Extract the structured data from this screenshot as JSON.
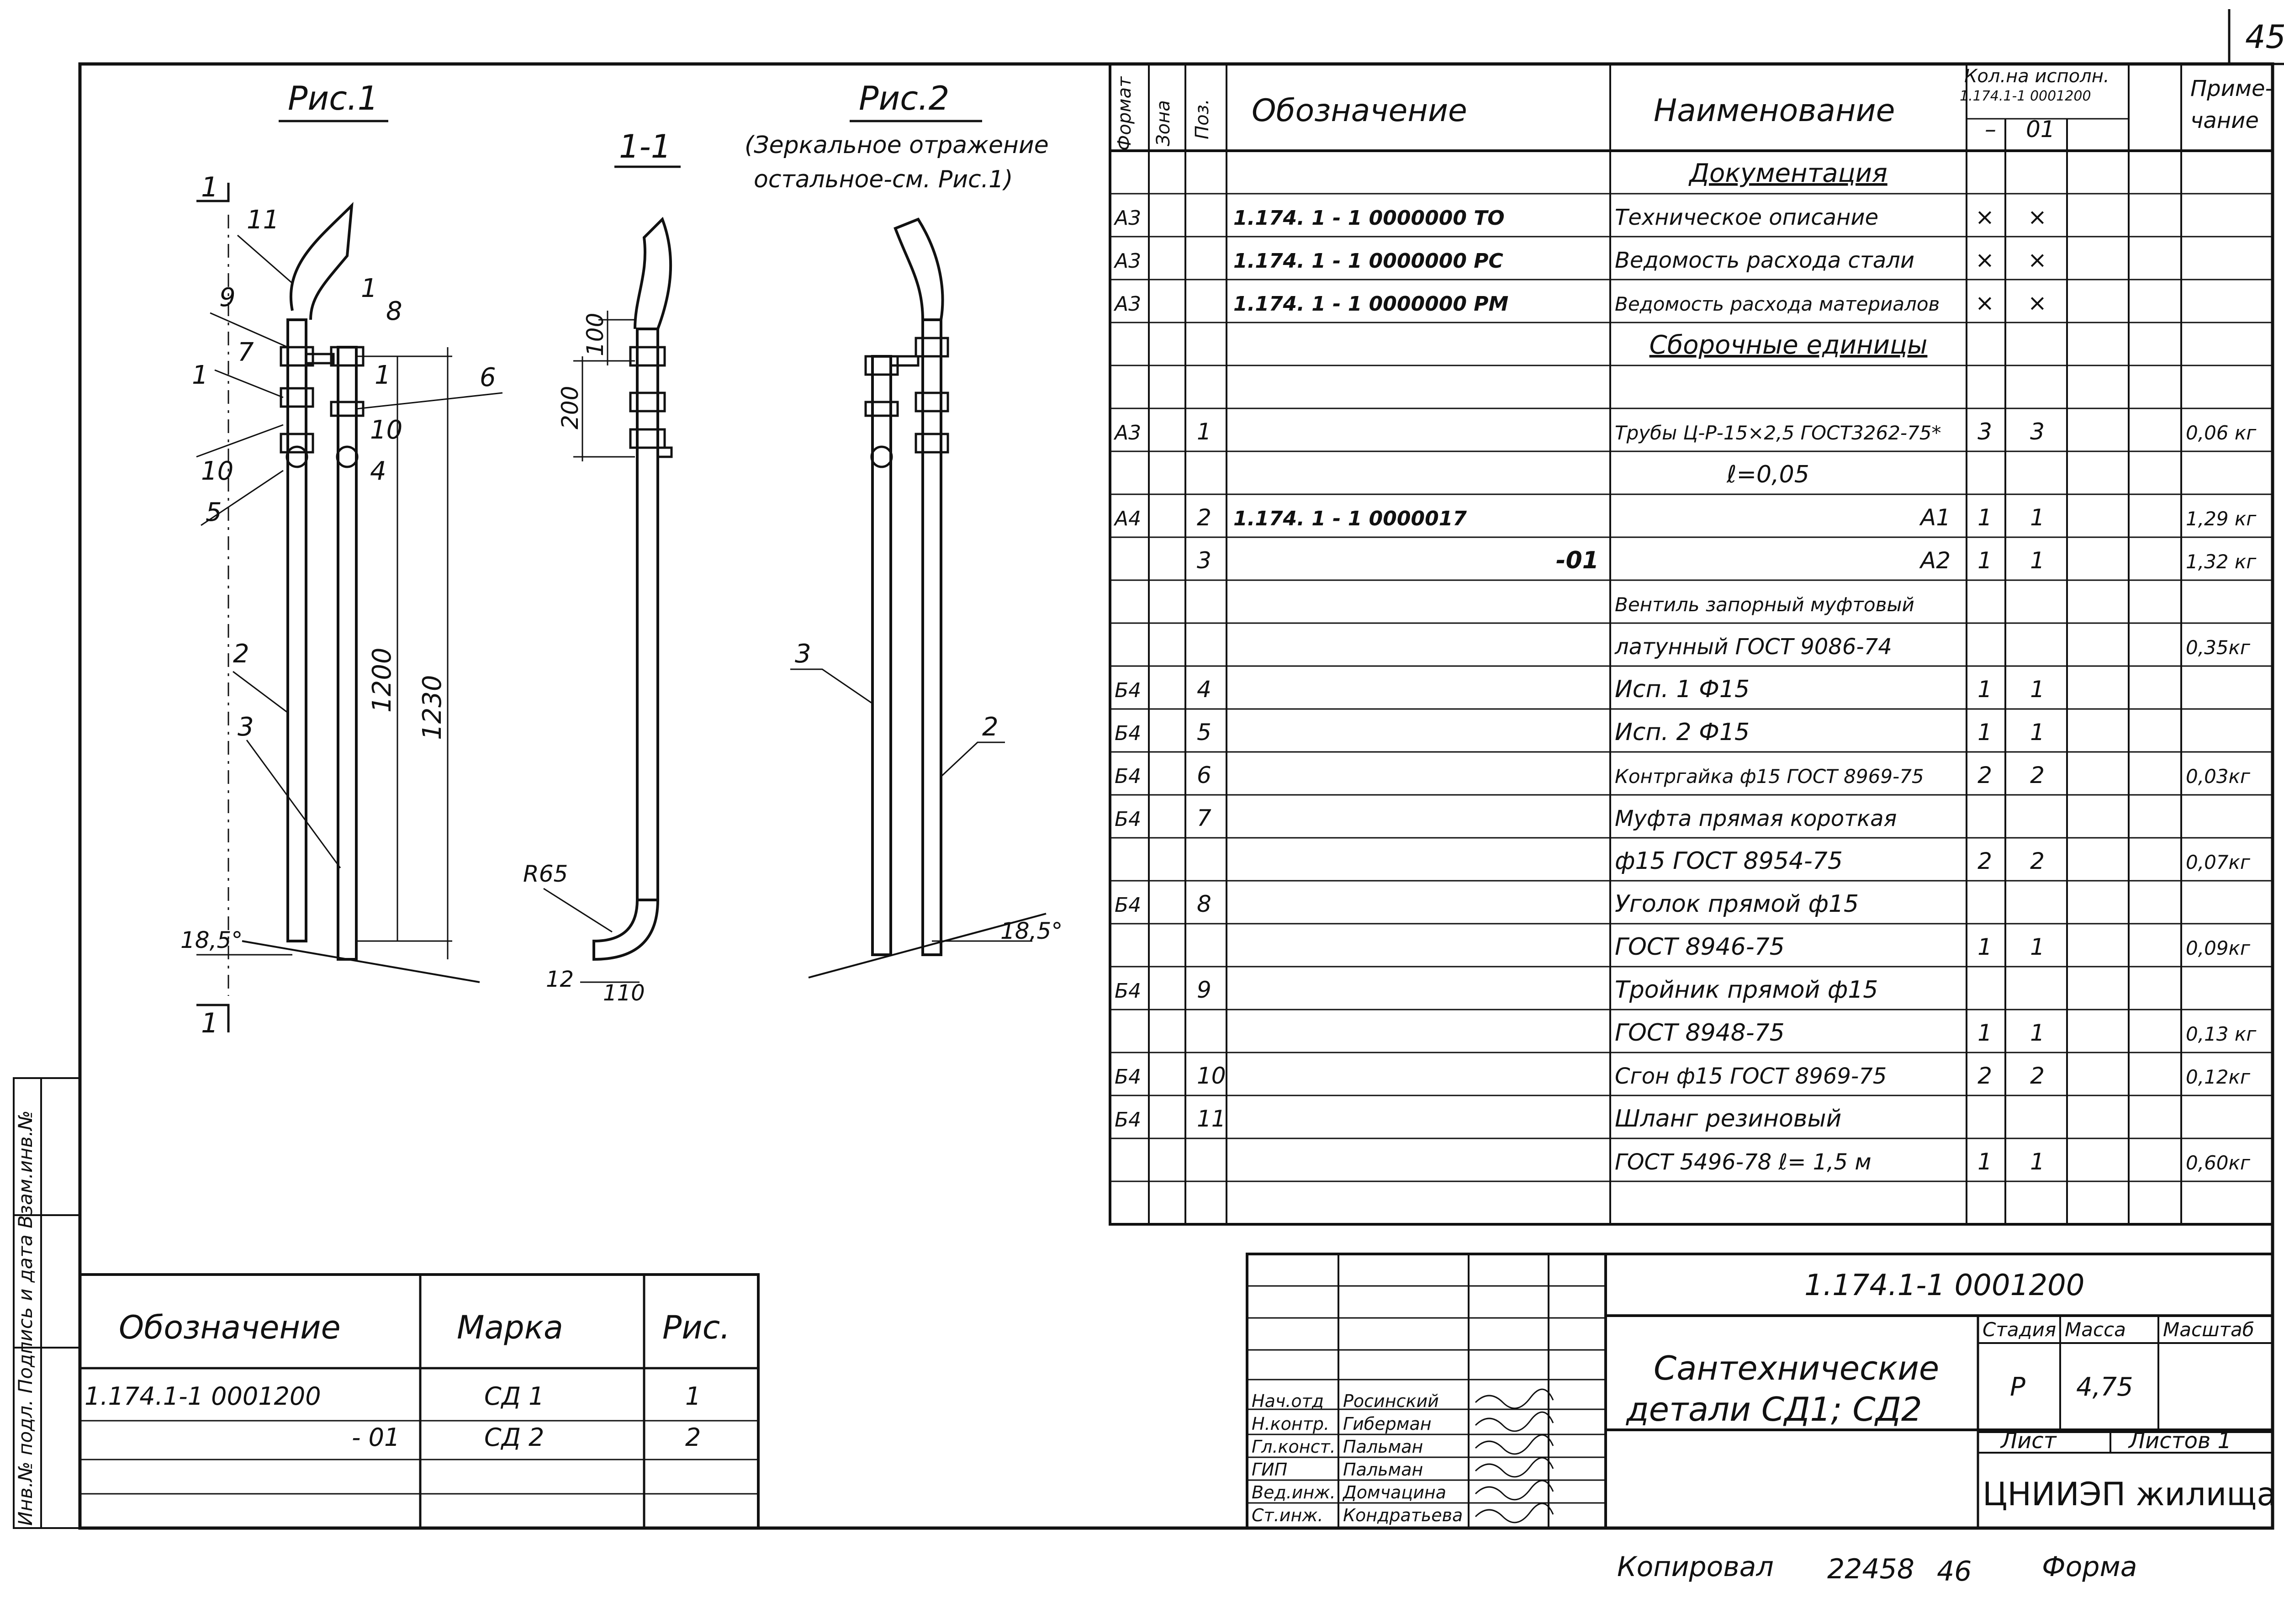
{
  "sheet_number": "45",
  "figures": {
    "fig1_title": "Рис.1",
    "fig2_title": "Рис.2",
    "fig2_note_1": "(Зеркальное отражение",
    "fig2_note_2": "остальное-см. Рис.1)",
    "section_label": "1-1",
    "section_mark": "1",
    "callouts_fig1": [
      "11",
      "9",
      "1",
      "8",
      "7",
      "1",
      "1",
      "6",
      "10",
      "10",
      "4",
      "5",
      "2",
      "3"
    ],
    "callouts_fig2": [
      "3",
      "2"
    ],
    "dim_100": "100",
    "dim_200": "200",
    "dim_1200": "1200",
    "dim_1230": "1230",
    "angle_1": "18,5°",
    "angle_2": "18,5°",
    "radius": "R65",
    "dim_12": "12",
    "dim_110": "110"
  },
  "spec_table": {
    "headers": {
      "format": "Формат",
      "zone": "Зона",
      "pos": "Поз.",
      "designation": "Обозначение",
      "name": "Наименование",
      "qty_title": "Кол.на исполн.",
      "qty_sub": "1.174.1-1   0001200",
      "qty_col1": "–",
      "qty_col2": "01",
      "note_1": "Приме-",
      "note_2": "чание"
    },
    "rows": [
      {
        "format": "",
        "pos": "",
        "designation": "",
        "name": "Документация",
        "q1": "",
        "q2": "",
        "note": "",
        "section": true
      },
      {
        "format": "А3",
        "pos": "",
        "designation": "1.174. 1 - 1    0000000 ТО",
        "name": "Техническое описание",
        "q1": "×",
        "q2": "×",
        "note": ""
      },
      {
        "format": "А3",
        "pos": "",
        "designation": "1.174. 1 - 1    0000000 РС",
        "name": "Ведомость расхода стали",
        "q1": "×",
        "q2": "×",
        "note": ""
      },
      {
        "format": "А3",
        "pos": "",
        "designation": "1.174. 1 - 1    0000000 РМ",
        "name": "Ведомость расхода материалов",
        "q1": "×",
        "q2": "×",
        "note": ""
      },
      {
        "format": "",
        "pos": "",
        "designation": "",
        "name": "Сборочные единицы",
        "q1": "",
        "q2": "",
        "note": "",
        "section": true
      },
      {
        "format": "",
        "pos": "",
        "designation": "",
        "name": "",
        "q1": "",
        "q2": "",
        "note": ""
      },
      {
        "format": "А3",
        "pos": "1",
        "designation": "",
        "name": "Трубы Ц-Р-15×2,5 ГОСТ3262-75*",
        "q1": "3",
        "q2": "3",
        "note": "0,06 кг"
      },
      {
        "format": "",
        "pos": "",
        "designation": "",
        "name": "ℓ=0,05",
        "q1": "",
        "q2": "",
        "note": ""
      },
      {
        "format": "А4",
        "pos": "2",
        "designation": "1.174. 1 - 1    0000017",
        "name": "А1",
        "q1": "1",
        "q2": "1",
        "note": "1,29 кг",
        "align": "right"
      },
      {
        "format": "",
        "pos": "3",
        "designation": "-01",
        "name": "А2",
        "q1": "1",
        "q2": "1",
        "note": "1,32 кг",
        "align": "right",
        "des_align": "right"
      },
      {
        "format": "",
        "pos": "",
        "designation": "",
        "name": "Вентиль запорный муфтовый",
        "q1": "",
        "q2": "",
        "note": ""
      },
      {
        "format": "",
        "pos": "",
        "designation": "",
        "name": "латунный ГОСТ 9086-74",
        "q1": "",
        "q2": "",
        "note": "0,35кг"
      },
      {
        "format": "Б4",
        "pos": "4",
        "designation": "",
        "name": "Исп. 1 Ф15",
        "q1": "1",
        "q2": "1",
        "note": ""
      },
      {
        "format": "Б4",
        "pos": "5",
        "designation": "",
        "name": "Исп. 2 Ф15",
        "q1": "1",
        "q2": "1",
        "note": ""
      },
      {
        "format": "Б4",
        "pos": "6",
        "designation": "",
        "name": "Контргайка ф15 ГОСТ 8969-75",
        "q1": "2",
        "q2": "2",
        "note": "0,03кг"
      },
      {
        "format": "Б4",
        "pos": "7",
        "designation": "",
        "name": "Муфта прямая короткая",
        "q1": "",
        "q2": "",
        "note": ""
      },
      {
        "format": "",
        "pos": "",
        "designation": "",
        "name": "ф15 ГОСТ 8954-75",
        "q1": "2",
        "q2": "2",
        "note": "0,07кг"
      },
      {
        "format": "Б4",
        "pos": "8",
        "designation": "",
        "name": "Уголок прямой ф15",
        "q1": "",
        "q2": "",
        "note": ""
      },
      {
        "format": "",
        "pos": "",
        "designation": "",
        "name": "ГОСТ 8946-75",
        "q1": "1",
        "q2": "1",
        "note": "0,09кг"
      },
      {
        "format": "Б4",
        "pos": "9",
        "designation": "",
        "name": "Тройник прямой ф15",
        "q1": "",
        "q2": "",
        "note": ""
      },
      {
        "format": "",
        "pos": "",
        "designation": "",
        "name": "ГОСТ 8948-75",
        "q1": "1",
        "q2": "1",
        "note": "0,13 кг"
      },
      {
        "format": "Б4",
        "pos": "10",
        "designation": "",
        "name": "Сгон ф15 ГОСТ 8969-75",
        "q1": "2",
        "q2": "2",
        "note": "0,12кг"
      },
      {
        "format": "Б4",
        "pos": "11",
        "designation": "",
        "name": "Шланг резиновый",
        "q1": "",
        "q2": "",
        "note": ""
      },
      {
        "format": "",
        "pos": "",
        "designation": "",
        "name": "ГОСТ 5496-78 ℓ= 1,5 м",
        "q1": "1",
        "q2": "1",
        "note": "0,60кг"
      },
      {
        "format": "",
        "pos": "",
        "designation": "",
        "name": "",
        "q1": "",
        "q2": "",
        "note": ""
      }
    ]
  },
  "variants_table": {
    "headers": [
      "Обозначение",
      "Марка",
      "Рис."
    ],
    "rows": [
      [
        "1.174.1-1    0001200",
        "СД 1",
        "1"
      ],
      [
        "- 01",
        "СД 2",
        "2"
      ]
    ]
  },
  "title_block": {
    "doc_code": "1.174.1-1     0001200",
    "title_1": "Сантехнические",
    "title_2": "детали  СД1; СД2",
    "stage_label": "Стадия",
    "mass_label": "Масса",
    "scale_label": "Масштаб",
    "stage": "Р",
    "mass": "4,75",
    "sheet_label": "Лист",
    "sheets_label": "Листов 1",
    "org": "ЦНИИЭП жилища",
    "staff": [
      {
        "role": "Нач.отд",
        "name": "Росинский"
      },
      {
        "role": "Н.контр.",
        "name": "Гиберман"
      },
      {
        "role": "Гл.конст.",
        "name": "Пальман"
      },
      {
        "role": "ГИП",
        "name": "Пальман"
      },
      {
        "role": "Вед.инж.",
        "name": "Домчацина"
      },
      {
        "role": "Ст.инж.",
        "name": "Кондратьева"
      }
    ]
  },
  "side_strip": "Инв.№ подл.  Подпись и дата  Взам.инв.№",
  "footer": {
    "copied": "Копировал",
    "number": "22458",
    "number2": "46",
    "format": "Форма"
  }
}
